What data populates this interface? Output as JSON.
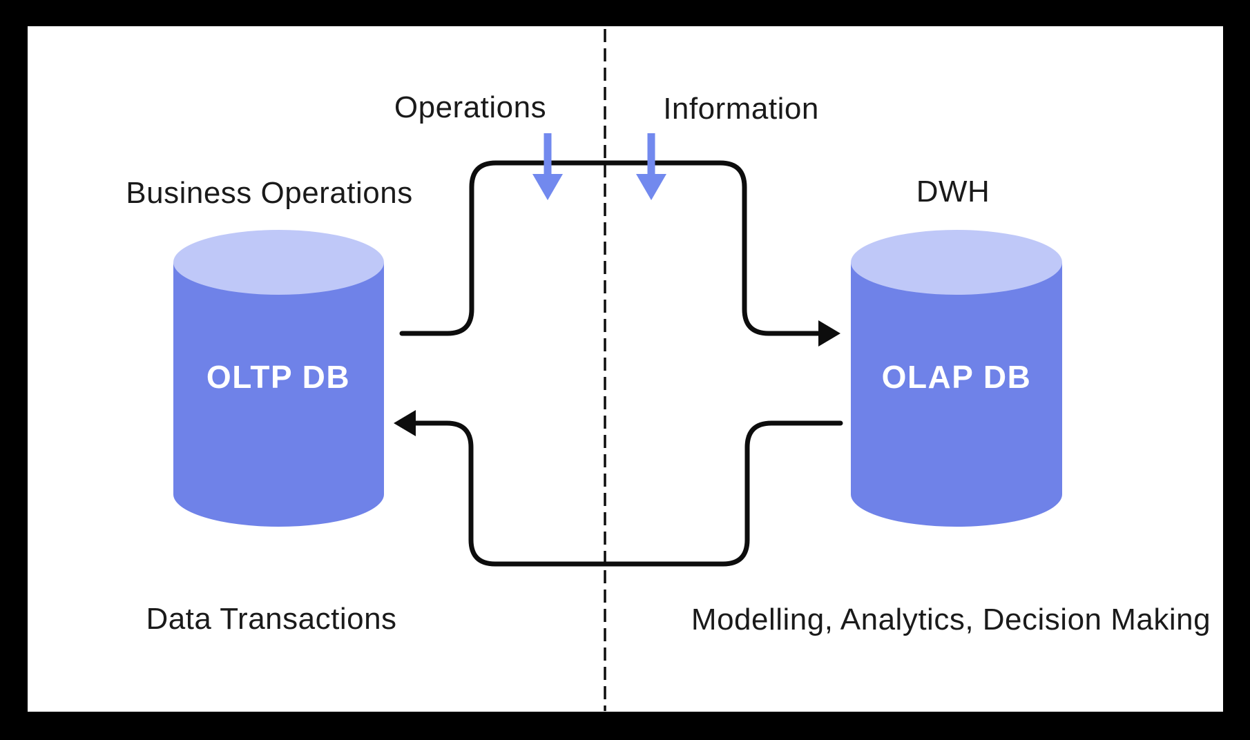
{
  "top_labels": {
    "operations": "Operations",
    "information": "Information"
  },
  "left": {
    "heading": "Business Operations",
    "db_label": "OLTP DB",
    "caption": "Data Transactions"
  },
  "right": {
    "heading": "DWH",
    "db_label": "OLAP DB",
    "caption": "Modelling, Analytics, Decision Making"
  },
  "colors": {
    "cylinder_body": "#6f82e8",
    "cylinder_top": "#bfc8f8",
    "arrow_accent": "#7289ee",
    "line": "#0d0d0d",
    "frame": "#000000",
    "background": "#ffffff"
  }
}
